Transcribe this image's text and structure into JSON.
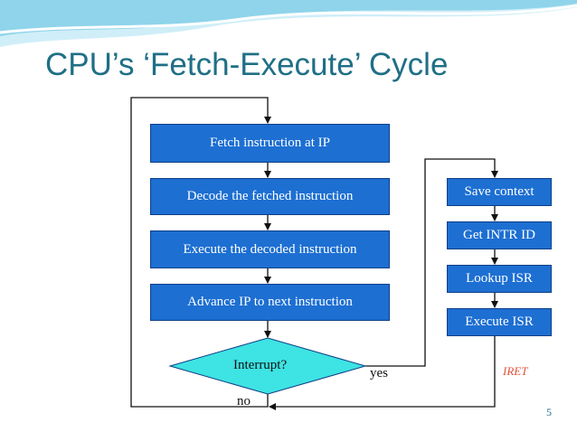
{
  "slide": {
    "title": "CPU’s ‘Fetch-Execute’ Cycle",
    "page_number": "5"
  },
  "flow": {
    "fetch": "Fetch instruction at IP",
    "decode": "Decode the fetched instruction",
    "execute": "Execute the decoded instruction",
    "advance": "Advance IP to next instruction",
    "interrupt": "Interrupt?",
    "yes": "yes",
    "no": "no"
  },
  "isr": {
    "save": "Save context",
    "get_id": "Get INTR ID",
    "lookup": "Lookup ISR",
    "execute": "Execute ISR",
    "iret": "IRET"
  },
  "colors": {
    "title": "#1f6f86",
    "box_fill": "#1d6fd2",
    "box_border": "#0d3f86",
    "diamond_fill": "#3ee3e3",
    "iret_text": "#e0533a",
    "header_wave": "#8fd4ea"
  }
}
